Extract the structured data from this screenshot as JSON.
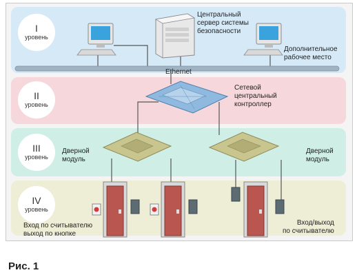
{
  "levels": [
    {
      "num": "I",
      "word": "уровень"
    },
    {
      "num": "II",
      "word": "уровень"
    },
    {
      "num": "III",
      "word": "уровень"
    },
    {
      "num": "IV",
      "word": "уровень"
    }
  ],
  "labels": {
    "server": [
      "Центральный",
      "сервер системы",
      "безопасности"
    ],
    "workstation": [
      "Дополнительное",
      "рабочее место"
    ],
    "ethernet": "Ethernet",
    "controller": [
      "Сетевой",
      "центральный",
      "контроллер"
    ],
    "door_module_left": [
      "Дверной",
      "модуль"
    ],
    "door_module_right": [
      "Дверной",
      "модуль"
    ],
    "entry_left": [
      "Вход по считывателю",
      "выход по кнопке"
    ],
    "entry_right": [
      "Вход/выход",
      "по считывателю"
    ]
  },
  "caption": "Рис. 1",
  "colors": {
    "level1": "#d6e9f7",
    "level2": "#f6d8dc",
    "level3": "#cfeee6",
    "level4": "#eeeed7",
    "circuit_board": "#c9c58e",
    "controller": "#8fb9de",
    "door": "#b8564f"
  }
}
